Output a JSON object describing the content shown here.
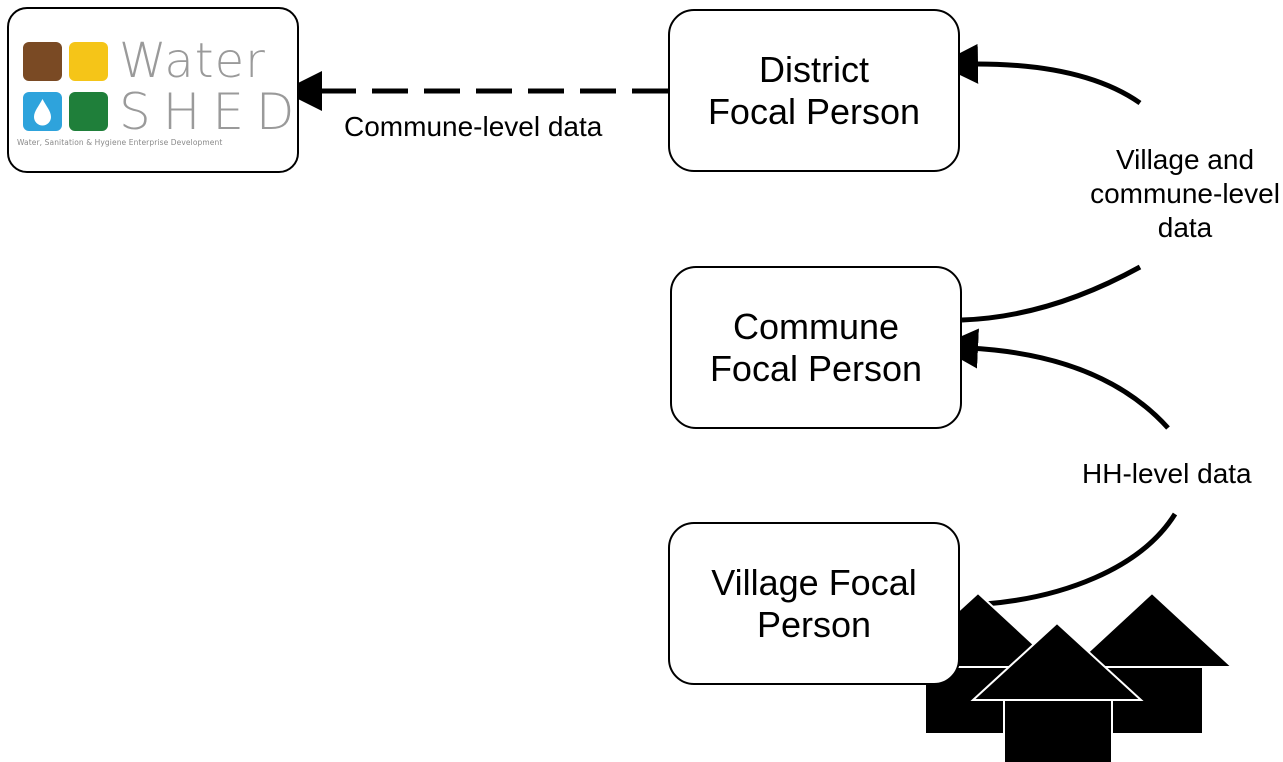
{
  "logo": {
    "word_top": "Water",
    "word_bottom": "SHED",
    "tagline": "Water, Sanitation & Hygiene Enterprise Development",
    "tile_colors": [
      "#7a4a24",
      "#f5c518",
      "#2ea3dc",
      "#1f7f3a"
    ]
  },
  "nodes": {
    "district": {
      "line1": "District",
      "line2": "Focal Person"
    },
    "commune": {
      "line1": "Commune",
      "line2": "Focal Person"
    },
    "village": {
      "line1": "Village Focal",
      "line2": "Person"
    }
  },
  "edge_labels": {
    "commune_level": "Commune-level data",
    "village_commune": {
      "line1": "Village and",
      "line2": "commune-level",
      "line3": "data"
    },
    "hh_level": "HH-level data"
  },
  "colors": {
    "stroke": "#000000",
    "house_fill": "#000000",
    "house_outline": "#ffffff"
  }
}
